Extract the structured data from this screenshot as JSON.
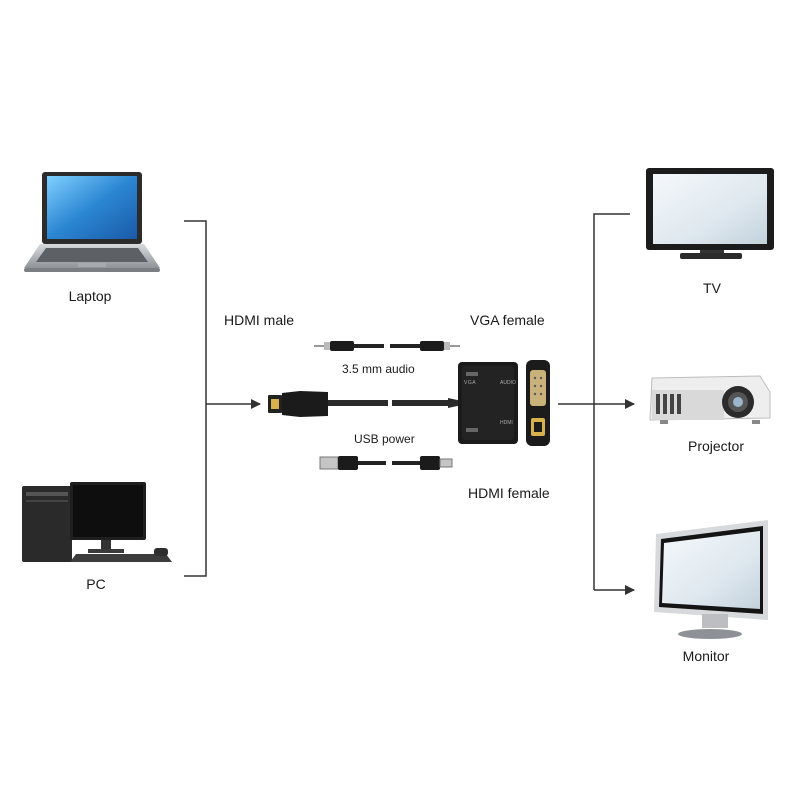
{
  "devices": {
    "laptop": {
      "label": "Laptop",
      "icon": "laptop-icon"
    },
    "pc": {
      "label": "PC",
      "icon": "desktop-pc-icon"
    },
    "tv": {
      "label": "TV",
      "icon": "tv-icon"
    },
    "projector": {
      "label": "Projector",
      "icon": "projector-icon"
    },
    "monitor": {
      "label": "Monitor",
      "icon": "monitor-icon"
    }
  },
  "connectors": {
    "hdmi_male": "HDMI  male",
    "vga_female": "VGA female",
    "audio": "3.5 mm audio",
    "usb_power": "USB power",
    "hdmi_female": "HDMI  female"
  },
  "adapter": {
    "port_labels": [
      "VGA",
      "AUDIO",
      "HDMI"
    ],
    "body_color": "#1b1b1b",
    "vga_port_color": "#c9b27a",
    "hdmi_port_color": "#d8b04c"
  },
  "colors": {
    "line": "#333333",
    "screen_blue": "#2f8fd6",
    "device_body": "#2a2a2a",
    "laptop_body": "#b9bcc0"
  }
}
